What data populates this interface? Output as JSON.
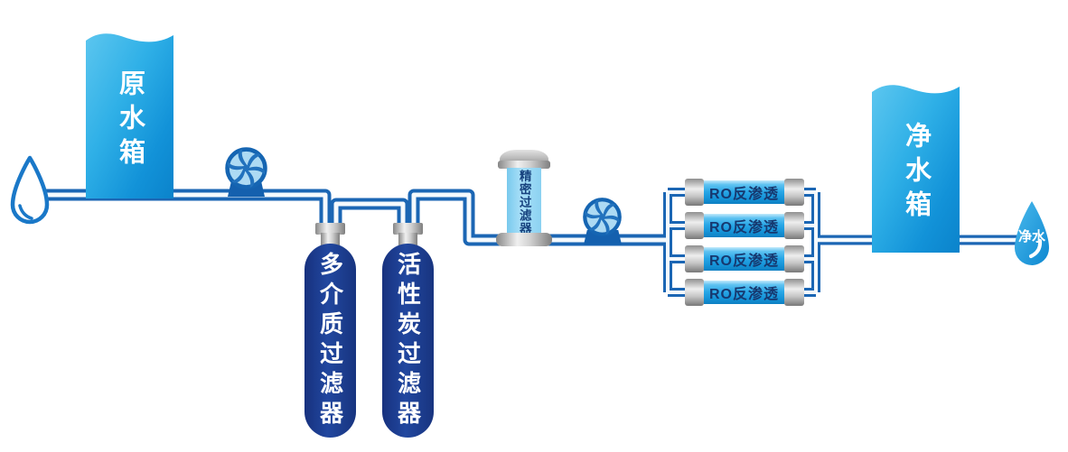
{
  "diagram": {
    "type": "water-treatment-process-flow-diagram",
    "labels": {
      "raw_tank": "原水箱",
      "multimedia_filter": "多介质过滤器",
      "carbon_filter": "活性炭过滤器",
      "precision_filter": "精密过滤器",
      "clean_tank": "净水箱",
      "clean_water": "净水"
    },
    "ro_membranes": [
      {
        "label": "RO反渗透"
      },
      {
        "label": "RO反渗透"
      },
      {
        "label": "RO反渗透"
      },
      {
        "label": "RO反渗透"
      }
    ],
    "icons": {
      "source_drop": "water-droplet-outline-icon",
      "clean_drop": "water-droplet-filled-icon",
      "pump": "impeller-pump-icon"
    },
    "colors": {
      "pipe": "#1b66b4",
      "pipe_core": "#f4f9fd",
      "tank_light": "#5cc6ef",
      "tank_dark": "#0b83cb",
      "filter_navy": "#1c3e96",
      "ro_blue": "#28a6e6",
      "ro_text": "#16386f",
      "fitting_gray_light": "#efefef",
      "fitting_gray_dark": "#7f7f7f",
      "drop_outline": "#1a78c8",
      "label_white": "#ffffff"
    }
  }
}
